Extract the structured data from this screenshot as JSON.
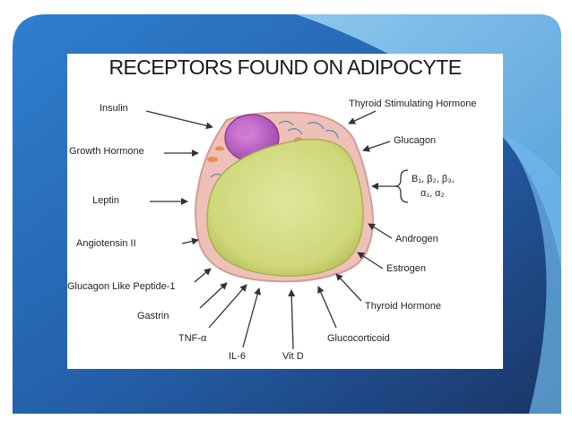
{
  "slide": {
    "title": "RECEPTORS FOUND ON ADIPOCYTE",
    "colors": {
      "background_dark": "#1c3f7a",
      "background_light": "#3a8fd9",
      "accent_bar": "#7fc4f0",
      "panel": "#ffffff",
      "lipid_droplet": "#d4dc8a",
      "lipid_outline": "#a8b24e",
      "membrane": "#d9a5a3",
      "nucleus": "#b356b8",
      "cytoplasm": "#f0b9b5",
      "arrow": "#333333"
    }
  },
  "labels": {
    "insulin": "Insulin",
    "growth_hormone": "Growth Hormone",
    "leptin": "Leptin",
    "angiotensin": "Angiotensin II",
    "glp1": "Glucagon Like Peptide-1",
    "gastrin": "Gastrin",
    "tnf": "TNF-α",
    "il6": "IL-6",
    "vitd": "Vit D",
    "glucocorticoid": "Glucocorticoid",
    "thyroid_hormone": "Thyroid Hormone",
    "estrogen": "Estrogen",
    "androgen": "Androgen",
    "adrenergic_line1": "B₁, β₂, β₃,",
    "adrenergic_line2": "α₁, α₂",
    "glucagon": "Glucagon",
    "tsh": "Thyroid Stimulating Hormone"
  }
}
